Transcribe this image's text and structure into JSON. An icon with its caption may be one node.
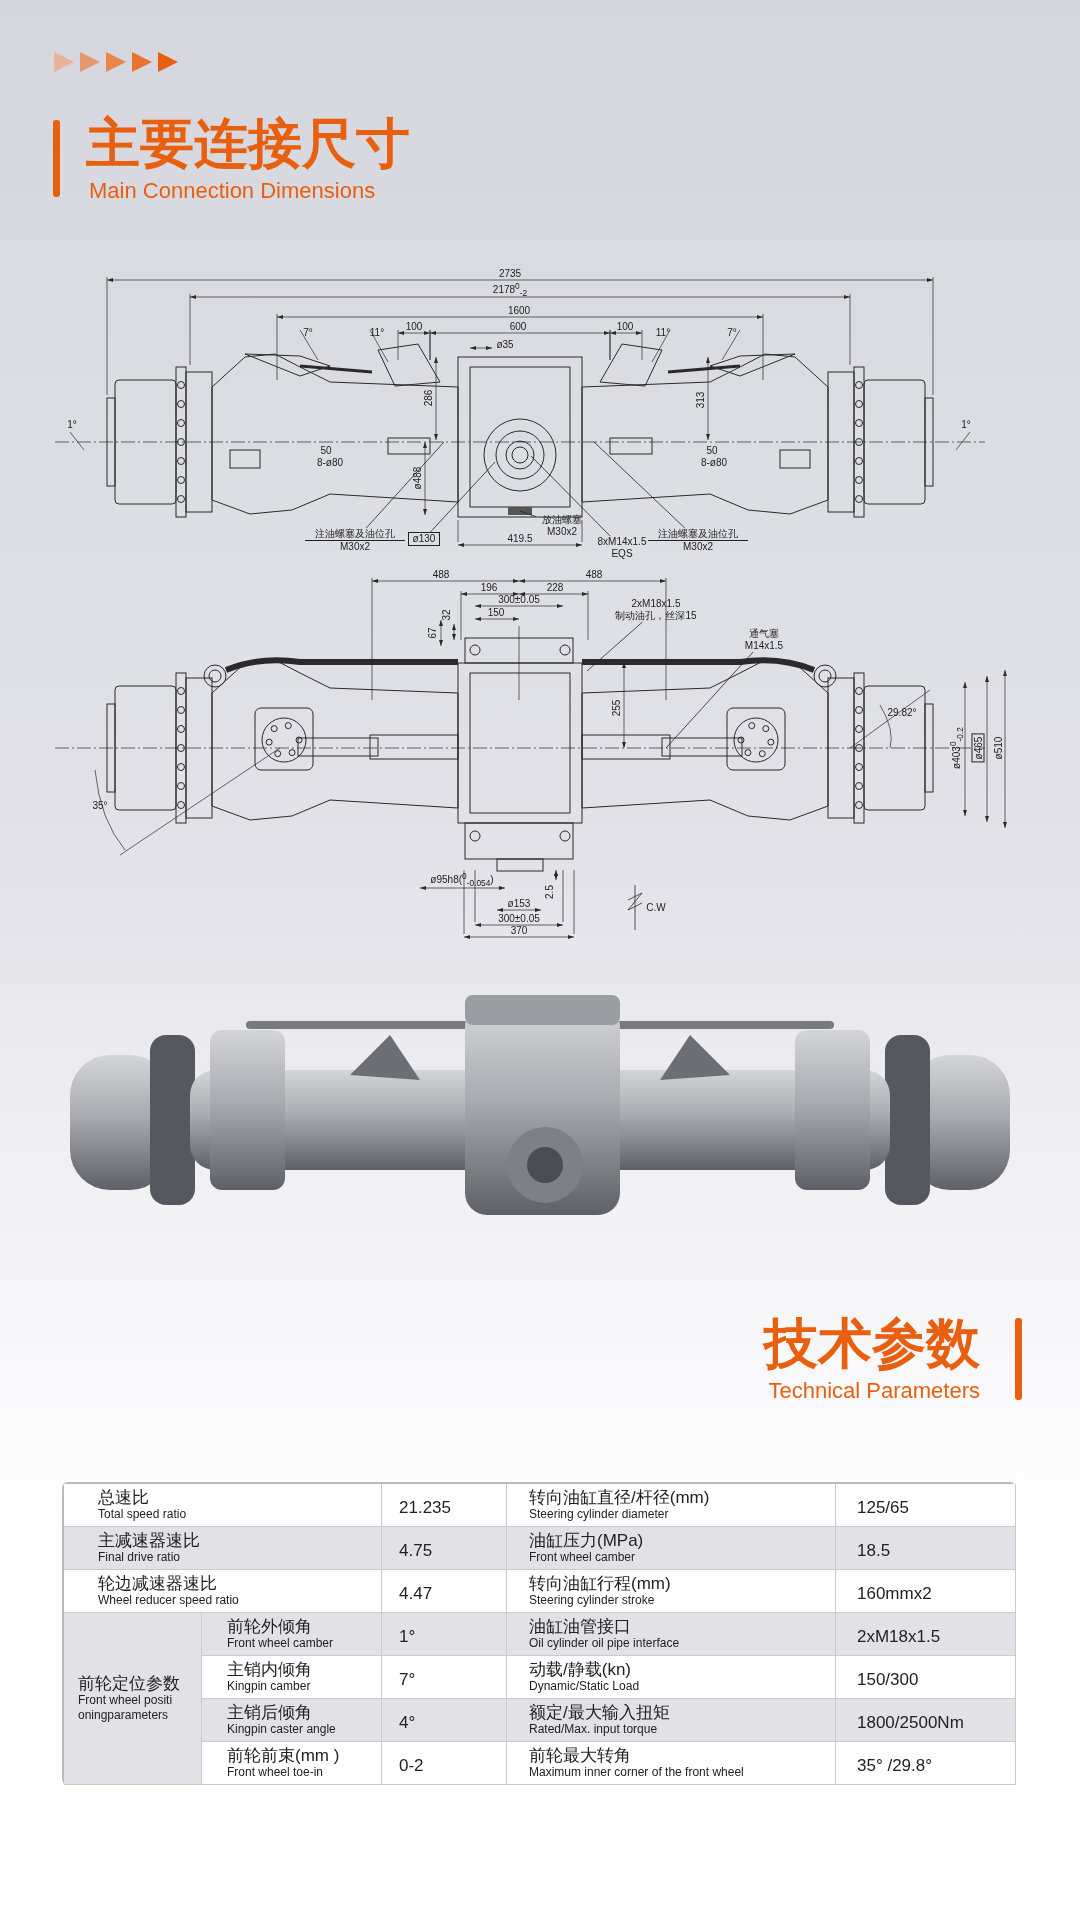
{
  "diagram": {
    "title": "主要连接尺寸",
    "nodes": [
      {
        "text": [
          "注油螺塞及油位孔",
          "M30x2"
        ]
      },
      {
        "text": [
          "ø130"
        ]
      },
      {
        "text": [
          "放油螺塞",
          "M30x2"
        ]
      },
      {
        "text": [
          "8xM14x1.5",
          "EQS"
        ]
      },
      {
        "text": [
          "注油螺塞及油位孔",
          "M30x2"
        ]
      },
      {
        "text": [
          "2xM18x1.5",
          "制动油孔，丝深15"
        ]
      },
      {
        "text": [
          "通气塞",
          "M14x1.5"
        ]
      }
    ],
    "edges": [
      {
        "from": 0,
        "to": null,
        "arrow": "none"
      },
      {
        "from": 1,
        "to": null,
        "arrow": "none"
      },
      {
        "from": 2,
        "to": null,
        "arrow": "none"
      },
      {
        "from": 3,
        "to": null,
        "arrow": "none"
      },
      {
        "from": 4,
        "to": null,
        "arrow": "none"
      },
      {
        "from": 5,
        "to": null,
        "arrow": "none"
      },
      {
        "from": 6,
        "to": null,
        "arrow": "none"
      }
    ],
    "labels": [
      "Main Connection Dimensions",
      "2735",
      "2178$^{0}$$_{-2}$",
      "1600",
      "100",
      "600",
      "100",
      "7°",
      "11°",
      "ø35",
      "11°",
      "7°",
      "286",
      "313",
      "1°",
      "1°",
      "50",
      "8-ø80",
      "50",
      "8-ø80",
      "ø488",
      "419.5",
      "488",
      "196",
      "228",
      "488",
      "300±0.05",
      "150",
      "67",
      "32",
      "255",
      "29.82°",
      "35°",
      "ø403$^{0}$$_{-0.2}$",
      "ø465",
      "ø510",
      "ø95h8($^{0}$$_{-0.054}$)",
      "ø153",
      "2.5",
      "300±0.05",
      "370",
      "C.W",
      "技术参数",
      "Technical Parameters",
      "总速比",
      "Total speed ratio",
      "21.235",
      "转向油缸直径/杆径(mm)",
      "Steering cylinder diameter",
      "125/65",
      "主减速器速比",
      "Final drive ratio",
      "4.75",
      "油缸压力(MPa)",
      "Front wheel camber",
      "18.5",
      "轮边减速器速比",
      "Wheel reducer speed ratio",
      "4.47",
      "转向油缸行程(mm)",
      "Steering cylinder stroke",
      "160mmx2",
      "前轮定位参数",
      "Front wheel positi oningparameters",
      "前轮外倾角",
      "Front wheel camber",
      "1°",
      "油缸油管接口",
      "Oil cylinder oil pipe interface",
      "2xM18x1.5",
      "主销内倾角",
      "Kingpin camber",
      "7°",
      "动载/静载(kn)",
      "Dynamic/Static Load",
      "150/300",
      "主销后倾角",
      "Kingpin caster angle",
      "4°",
      "额定/最大输入扭矩",
      "Rated/Max. input torque",
      "1800/2500Nm",
      "前轮前束(mm )",
      "Front wheel toe-in",
      "0-2",
      "前轮最大转角",
      "Maximum inner corner of the front wheel",
      "35° /29.8°"
    ]
  }
}
